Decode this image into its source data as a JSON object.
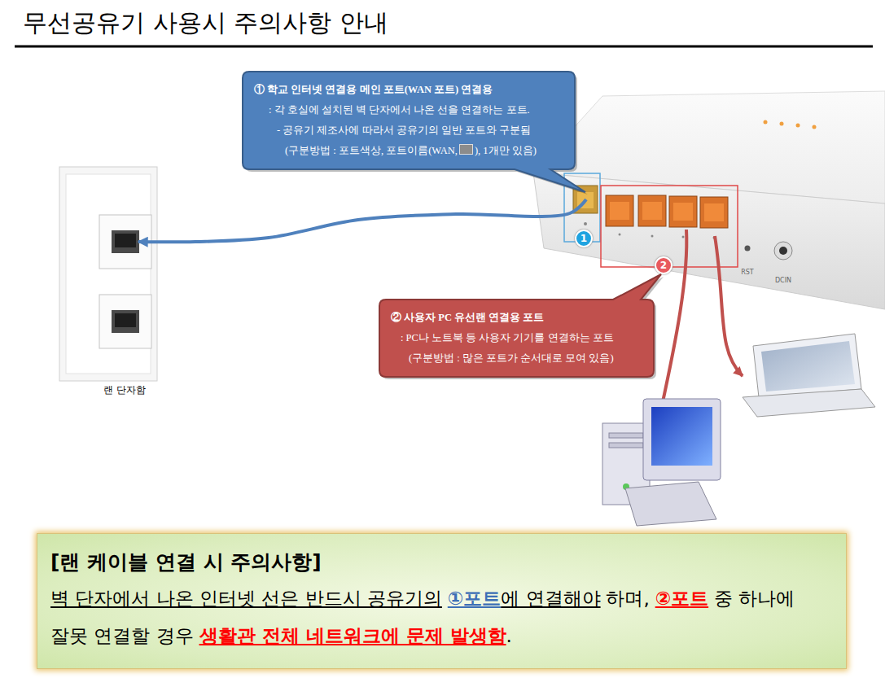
{
  "diagram": {
    "title": "무선공유기 사용시 주의사항 안내",
    "nodes": [
      {
        "text": [
          "① 학교 인터넷 연결용 메인 포트(WAN 포트) 연결용",
          ": 각 호실에 설치된 벽 단자에서 나온 선을 연결하는 포트.",
          "- 공유기 제조사에 따라서 공유기의 일반 포트와 구분됨",
          "(구분방법 : 포트색상, 포트이름(WAN,",
          "), 1개만 있음)"
        ]
      },
      {
        "text": [
          "RST",
          "DCIN"
        ]
      },
      {
        "text": [
          "랜 단자함"
        ]
      },
      {
        "text": [
          "1"
        ],
        "in": 1
      },
      {
        "text": [
          "2"
        ],
        "in": 1
      },
      {
        "text": [
          "② 사용자 PC 유선랜 연결용 포트",
          ": PC나 노트북 등 사용자 기기를 연결하는 포트",
          "(구분방법 : 많은 포트가 순서대로 모여 있음)"
        ]
      },
      {
        "text": [
          "[랜 케이블 연결 시 주의사항]",
          "벽 단자에서 나온 인터넷 선은 반드시 공유기의",
          "①포트",
          "에 연결해야",
          "하며,",
          "②포트",
          "중 하나에 잘못 연결할 경우",
          "생활관 전체 네트워크에 문제 발생함",
          "."
        ]
      }
    ],
    "edges": [
      {
        "from": 1,
        "to": 2,
        "arrow": "to"
      }
    ]
  }
}
